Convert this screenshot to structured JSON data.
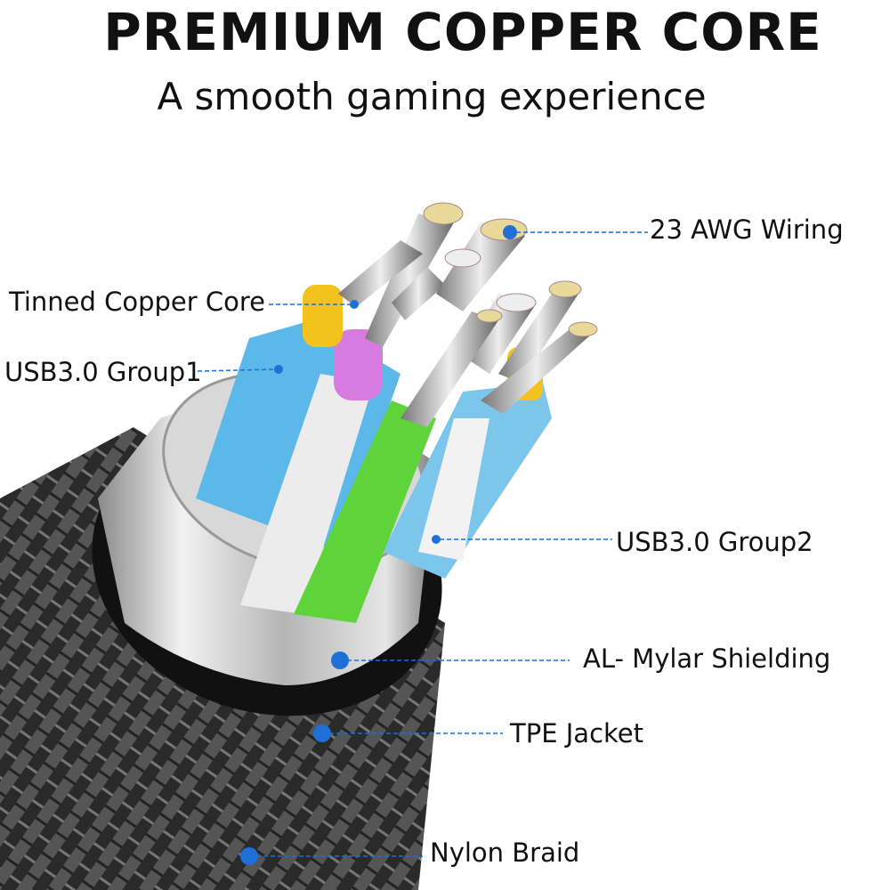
{
  "header": {
    "title": "PREMIUM COPPER CORE",
    "subtitle": "A smooth gaming experience"
  },
  "callouts": [
    {
      "label": "23 AWG Wiring"
    },
    {
      "label": "Tinned Copper Core"
    },
    {
      "label": "USB3.0 Group1"
    },
    {
      "label": "USB3.0 Group2"
    },
    {
      "label": "AL- Mylar Shielding"
    },
    {
      "label": "TPE Jacket"
    },
    {
      "label": "Nylon Braid"
    }
  ],
  "colors": {
    "callout_dot": "#1f6fd6",
    "jacket": "#111111",
    "shield": "#c9c9c9",
    "wire_green": "#5fd33a",
    "wire_blue": "#5bb8e8",
    "wire_purple": "#d77be0",
    "wire_yellow": "#f3c21c",
    "wire_white": "#e8e8e8"
  }
}
